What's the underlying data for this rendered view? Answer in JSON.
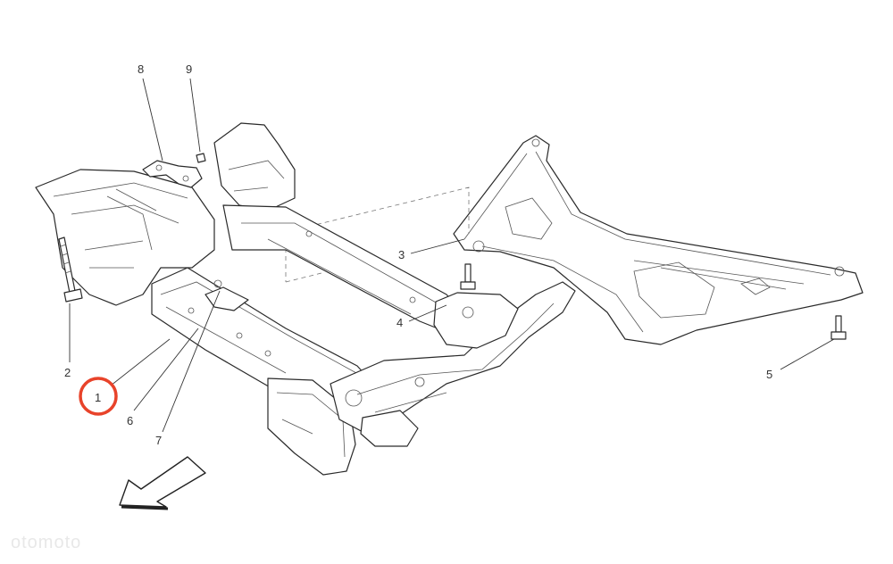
{
  "diagram": {
    "callouts": [
      {
        "id": "label-1",
        "text": "1"
      },
      {
        "id": "label-2",
        "text": "2"
      },
      {
        "id": "label-3",
        "text": "3"
      },
      {
        "id": "label-4",
        "text": "4"
      },
      {
        "id": "label-5",
        "text": "5"
      },
      {
        "id": "label-6",
        "text": "6"
      },
      {
        "id": "label-7",
        "text": "7"
      },
      {
        "id": "label-8",
        "text": "8"
      },
      {
        "id": "label-9",
        "text": "9"
      }
    ],
    "highlight_color": "#e8432a",
    "highlighted_callout": "1",
    "direction_arrow": "front-direction-arrow",
    "watermark": "otomoto"
  }
}
